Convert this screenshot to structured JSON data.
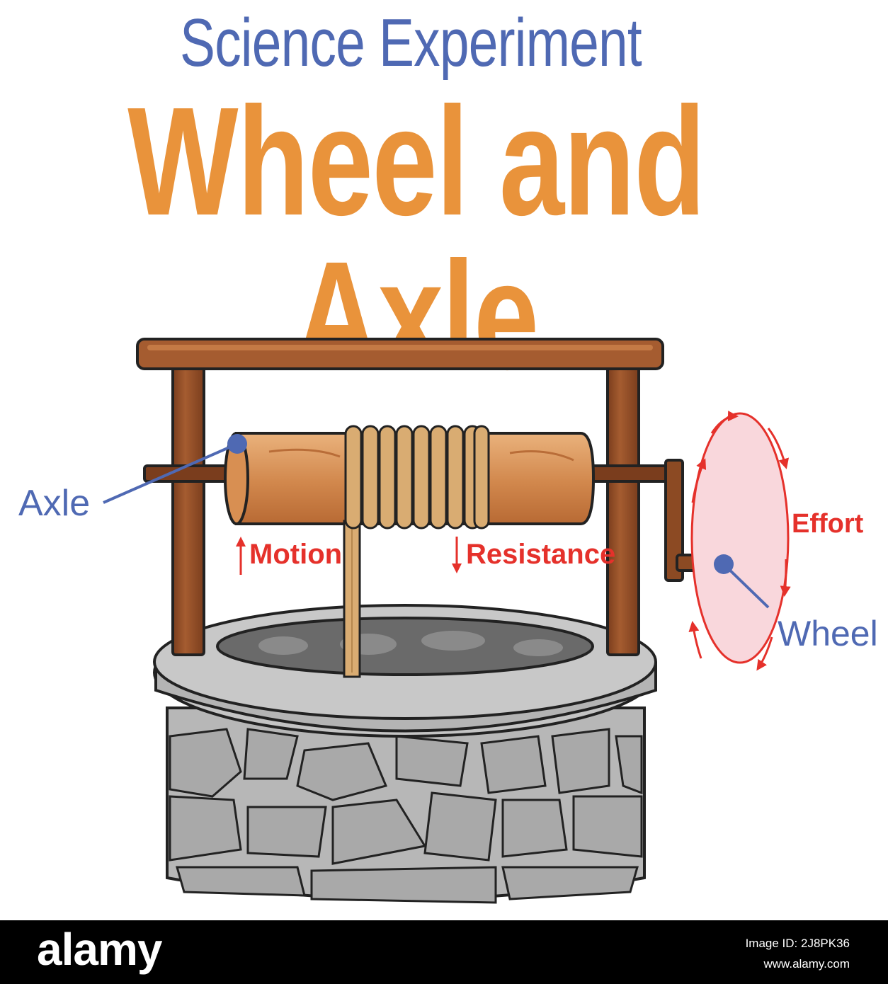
{
  "header": {
    "subtitle": "Science Experiment",
    "title": "Wheel and Axle"
  },
  "labels": {
    "axle": "Axle",
    "motion": "Motion",
    "resistance": "Resistance",
    "effort": "Effort",
    "wheel": "Wheel"
  },
  "footer": {
    "brand": "alamy",
    "image_id": "Image ID: 2J8PK36",
    "site": "www.alamy.com"
  },
  "colors": {
    "subtitle": "#4f69b3",
    "title": "#e9933b",
    "label_blue": "#4f69b3",
    "label_red": "#e5312b",
    "wood": "#a0582e",
    "stone": "#b7b7b7",
    "rope": "#d9ac72",
    "wheel_fill": "#f9d7dc"
  }
}
